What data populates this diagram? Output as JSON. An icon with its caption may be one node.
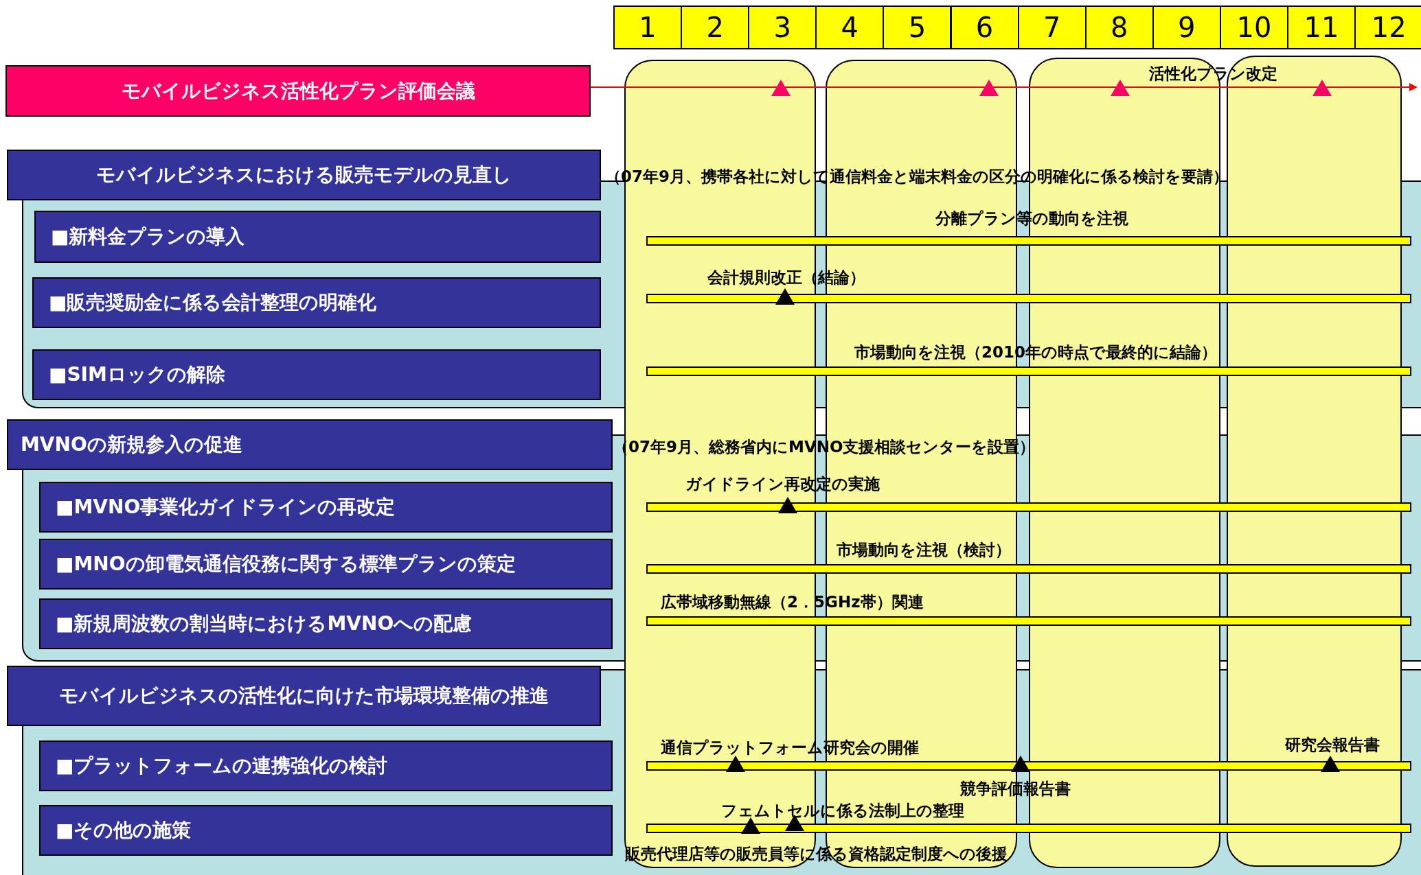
{
  "diagram": {
    "nodes": [
      {
        "text": [
          "モバイルビジネス活性化プラン評価会議"
        ]
      },
      {
        "text": [
          "モバイルビジネスにおける販売モデルの見直し"
        ]
      },
      {
        "text": [
          "■新料金プランの導入"
        ]
      },
      {
        "text": [
          "■販売奨励金に係る会計整理の明確化"
        ]
      },
      {
        "text": [
          "■SIMロックの解除"
        ]
      },
      {
        "text": [
          "MVNOの新規参入の促進"
        ]
      },
      {
        "text": [
          "■MVNO事業化ガイドラインの再改定"
        ]
      },
      {
        "text": [
          "■MNOの卸電気通信役務に関する標準プランの策定"
        ]
      },
      {
        "text": [
          "■新規周波数の割当時におけるMVNOへの配慮"
        ]
      },
      {
        "text": [
          "モバイルビジネスの活性化に向けた市場環境整備の推進"
        ]
      },
      {
        "text": [
          "■プラットフォームの連携強化の検討"
        ]
      },
      {
        "text": [
          "■その他の施策"
        ]
      },
      {
        "text": [],
        "shape": "bar"
      },
      {
        "text": [],
        "shape": "bar"
      },
      {
        "text": [],
        "shape": "bar"
      },
      {
        "text": [],
        "shape": "bar"
      },
      {
        "text": [],
        "shape": "bar"
      },
      {
        "text": [],
        "shape": "bar"
      },
      {
        "text": [],
        "shape": "bar"
      },
      {
        "text": [],
        "shape": "bar"
      }
    ],
    "labels": [
      "1",
      "2",
      "3",
      "4",
      "5",
      "6",
      "7",
      "8",
      "9",
      "10",
      "11",
      "12",
      "活性化プラン改定",
      "（07年9月、携帯各社に対して通信料金と端末料金の区分の明確化に係る検討を要請）",
      "分離プラン等の動向を注視",
      "会計規則改正（結論）",
      "市場動向を注視（2010年の時点で最終的に結論）",
      "（07年9月、総務省内にMVNO支援相談センターを設置）",
      "ガイドライン再改定の実施",
      "市場動向を注視（検討）",
      "広帯域移動無線（2．5GHz帯）関連",
      "通信プラットフォーム研究会の開催",
      "研究会報告書",
      "競争評価報告書",
      "フェムトセルに係る法制上の整理",
      "販売代理店等の販売員等に係る資格認定制度への後援"
    ]
  }
}
